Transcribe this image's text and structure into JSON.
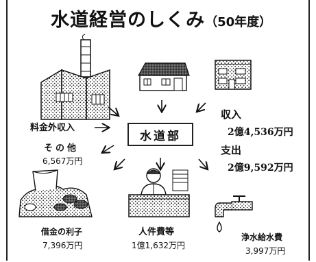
{
  "title": {
    "main": "水道経営のしくみ",
    "year": "（50年度）"
  },
  "center": {
    "label": "水道部"
  },
  "income": {
    "label": "収入",
    "amount": "2億4,536万円"
  },
  "expenditure": {
    "label": "支出",
    "amount": "2億9,592万円"
  },
  "outside_income": {
    "label": "料金外収入"
  },
  "other": {
    "label": "その他",
    "amount": "6,567万円"
  },
  "interest": {
    "label": "借金の利子",
    "amount": "7,396万円"
  },
  "personnel": {
    "label": "人件費等",
    "amount": "1億1,632万円"
  },
  "water_supply": {
    "label": "浄水給水費",
    "amount": "3,997万円"
  },
  "icons": [
    "factory-icon",
    "house-icon",
    "apartment-building-icon",
    "coin-pile-icon",
    "office-worker-icon",
    "water-faucet-icon"
  ],
  "colors": {
    "ink": "#111111",
    "paper": "#ffffff"
  }
}
